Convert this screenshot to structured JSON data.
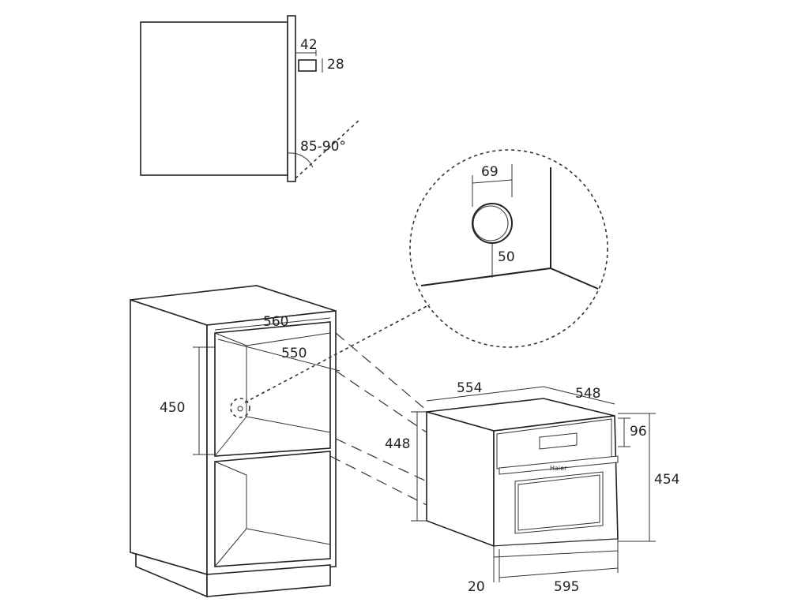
{
  "colors": {
    "line": "#222222",
    "background": "#ffffff"
  },
  "brand": "Haier",
  "dimensions": {
    "handle_depth": "42",
    "handle_height": "28",
    "door_angle": "85-90°",
    "socket_offset": "69",
    "socket_height": "50",
    "niche_width": "560",
    "niche_depth": "550",
    "niche_height": "450",
    "oven_width": "554",
    "oven_depth": "548",
    "oven_height": "448",
    "panel_height": "96",
    "front_height": "454",
    "front_thickness": "20",
    "front_width": "595"
  }
}
